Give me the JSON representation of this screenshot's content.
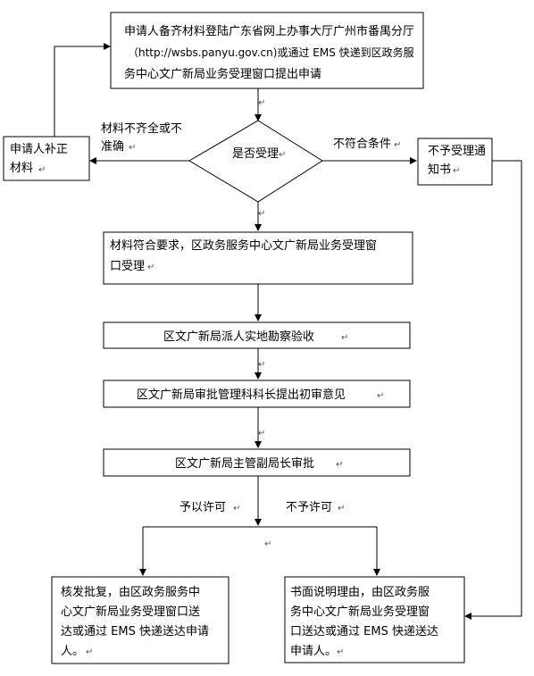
{
  "nodes": {
    "start": {
      "lines": [
        "申请人备齐材料登陆广东省网上办事大厅广州市番禺分厅",
        "（http://wsbs.panyu.gov.cn)或通过 EMS 快递到区政务服",
        "务中心文广新局业务受理窗口提出申请"
      ]
    },
    "decision": {
      "text": "是否受理"
    },
    "supplement": {
      "lines": [
        "申请人补正",
        "材料"
      ]
    },
    "reject_notice": {
      "lines": [
        "不予受理通",
        "知书"
      ]
    },
    "accept": {
      "lines": [
        "材料符合要求，区政务服务中心文广新局业务受理窗",
        "口受理"
      ]
    },
    "inspect": {
      "text": "区文广新局派人实地勘察验收"
    },
    "review": {
      "text": "区文广新局审批管理科科长提出初审意见"
    },
    "approve": {
      "text": "区文广新局主管副局长审批"
    },
    "grant": {
      "lines": [
        "核发批复，由区政务服务中",
        "心文广新局业务受理窗口送",
        "达或通过 EMS 快递送达申请",
        "人。"
      ]
    },
    "deny": {
      "lines": [
        "书面说明理由，由区政务服",
        "务中心文广新局业务受理窗",
        "口送达或通过 EMS 快递送达",
        "申请人。"
      ]
    }
  },
  "edge_labels": {
    "incomplete": [
      "材料不齐全或不",
      "准确"
    ],
    "not_eligible": "不符合条件",
    "permit": "予以许可",
    "no_permit": "不予许可"
  }
}
